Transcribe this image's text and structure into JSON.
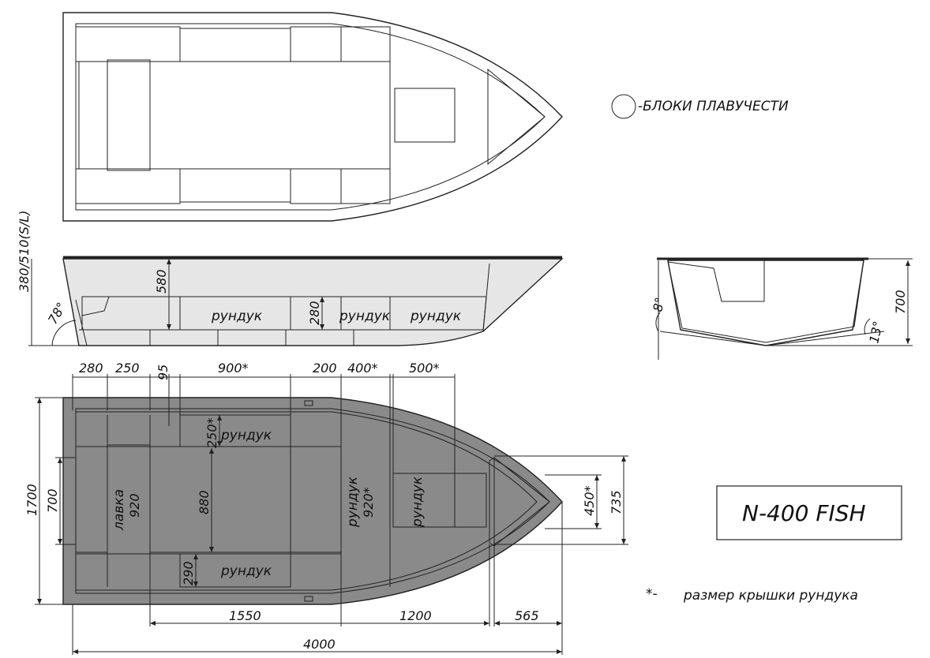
{
  "legend": {
    "floatation_label": "-БЛОКИ ПЛАВУЧЕСТИ",
    "footnote_marker": "*-",
    "footnote_text": "размер крышки рундука"
  },
  "title_block": {
    "model": "N-400 FISH"
  },
  "side_view": {
    "locker_label": "рундук",
    "heights": [
      "580",
      "280"
    ],
    "transom_height": "380/510(S/L)",
    "transom_angle": "78°"
  },
  "section_view": {
    "height": "700",
    "angle_left": "8°",
    "angle_right": "13°"
  },
  "plan_view": {
    "top_dims": [
      "280",
      "250",
      "95",
      "900*",
      "200",
      "400*",
      "500*"
    ],
    "bottom_dims": [
      "1550",
      "1200",
      "565"
    ],
    "overall_length": "4000",
    "overall_width": "1700",
    "transom_width": "700",
    "locker_top_height": "250*",
    "locker_bottom_height": "290",
    "floor_width": "880",
    "bench_label": "лавка",
    "bench_size": "920",
    "locker_label": "рундук",
    "locker_mid_size": "920*",
    "bow_locker_width": "450*",
    "bow_width": "735"
  },
  "colors": {
    "locker_fill": "#f5a91a",
    "floor_fill": "#9b2500",
    "hull_gray": "#8a8a8a",
    "light_gray": "#dcdcdc",
    "bow_net": "#cfcfcf"
  }
}
